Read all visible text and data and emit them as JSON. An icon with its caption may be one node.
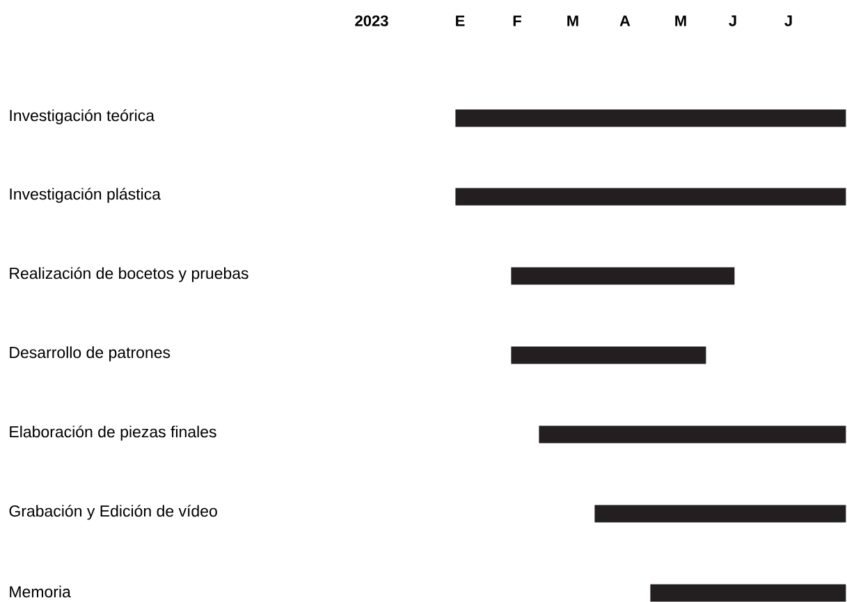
{
  "diagram": {
    "nodes": [
      {
        "text": [],
        "shape": "bar"
      },
      {
        "text": [],
        "shape": "bar"
      },
      {
        "text": [],
        "shape": "bar"
      },
      {
        "text": [],
        "shape": "bar"
      },
      {
        "text": [],
        "shape": "bar"
      },
      {
        "text": [],
        "shape": "bar"
      },
      {
        "text": [],
        "shape": "bar"
      }
    ],
    "labels": [
      "2023",
      "E",
      "F",
      "M",
      "A",
      "M",
      "J",
      "J",
      "Investigación teórica",
      "Investigación plástica",
      "Realización de bocetos y pruebas",
      "Desarrollo de patrones",
      "Elaboración de piezas finales",
      "Grabación y Edición de vídeo",
      "Memoria"
    ]
  }
}
